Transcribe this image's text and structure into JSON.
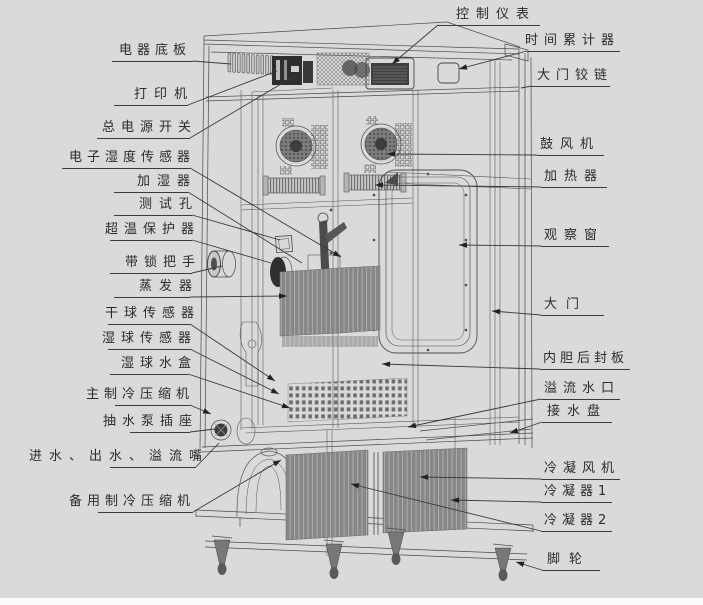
{
  "colors": {
    "background": "#dadada",
    "line": "#4a4a4a",
    "leader": "#3a3a3a",
    "text": "#2b2b2b",
    "fill_dark": "#6d6d6d"
  },
  "labels": [
    {
      "name": "electrical-base-plate",
      "text": "电器底板",
      "side": "left",
      "align": "right",
      "ls": 5,
      "tpos": [
        114,
        186
      ],
      "ul": [
        112,
        193,
        61
      ],
      "leader": [
        [
          193,
          61
        ],
        [
          231,
          64
        ]
      ],
      "arrow": false
    },
    {
      "name": "printer",
      "text": "打印机",
      "side": "left",
      "align": "right",
      "ls": 7,
      "tpos": [
        124,
        187
      ],
      "ul": [
        114,
        188,
        105
      ],
      "leader": [
        [
          188,
          105
        ],
        [
          277,
          71
        ]
      ],
      "arrow": false
    },
    {
      "name": "main-power-switch",
      "text": "总电源开关",
      "side": "left",
      "align": "right",
      "ls": 6,
      "tpos": [
        96,
        190
      ],
      "ul": [
        97,
        190,
        138
      ],
      "leader": [
        [
          190,
          138
        ],
        [
          298,
          74
        ]
      ],
      "arrow": false
    },
    {
      "name": "electronic-humidity-sensor",
      "text": "电子湿度传感器",
      "side": "left",
      "align": "right",
      "ls": 5,
      "tpos": [
        62,
        190
      ],
      "ul": [
        62,
        190,
        168
      ],
      "leader": [
        [
          190,
          168
        ],
        [
          341,
          257
        ]
      ],
      "arrow": true
    },
    {
      "name": "humidifier",
      "text": "加湿器",
      "side": "left",
      "align": "right",
      "ls": 7,
      "tpos": [
        130,
        188
      ],
      "ul": [
        114,
        188,
        192
      ],
      "leader": [
        [
          188,
          192
        ],
        [
          302,
          263
        ]
      ],
      "arrow": false
    },
    {
      "name": "test-hole",
      "text": "测试孔",
      "side": "left",
      "align": "right",
      "ls": 7,
      "tpos": [
        132,
        190
      ],
      "ul": [
        114,
        192,
        215
      ],
      "leader": [
        [
          192,
          215
        ],
        [
          280,
          240
        ]
      ],
      "arrow": false
    },
    {
      "name": "over-temperature-protector",
      "text": "超温保护器",
      "side": "left",
      "align": "right",
      "ls": 6,
      "tpos": [
        99,
        192
      ],
      "ul": [
        110,
        192,
        240
      ],
      "leader": [
        [
          192,
          240
        ],
        [
          271,
          263
        ]
      ],
      "arrow": false
    },
    {
      "name": "locking-handle",
      "text": "带锁把手",
      "side": "left",
      "align": "right",
      "ls": 6,
      "tpos": [
        119,
        192
      ],
      "ul": [
        110,
        192,
        273
      ],
      "leader": [
        [
          192,
          273
        ],
        [
          222,
          266
        ]
      ],
      "arrow": false
    },
    {
      "name": "evaporator",
      "text": "蒸发器",
      "side": "left",
      "align": "right",
      "ls": 7,
      "tpos": [
        132,
        190
      ],
      "ul": [
        114,
        190,
        297
      ],
      "leader": [
        [
          190,
          297
        ],
        [
          287,
          296
        ]
      ],
      "arrow": true
    },
    {
      "name": "dry-bulb-sensor",
      "text": "干球传感器",
      "side": "left",
      "align": "right",
      "ls": 6,
      "tpos": [
        99,
        190
      ],
      "ul": [
        108,
        190,
        324
      ],
      "leader": [
        [
          190,
          324
        ],
        [
          275,
          381
        ]
      ],
      "arrow": true
    },
    {
      "name": "wet-bulb-sensor",
      "text": "湿球传感器",
      "side": "left",
      "align": "right",
      "ls": 6,
      "tpos": [
        96,
        190
      ],
      "ul": [
        108,
        190,
        349
      ],
      "leader": [
        [
          190,
          349
        ],
        [
          279,
          394
        ]
      ],
      "arrow": true
    },
    {
      "name": "wet-bulb-water-box",
      "text": "湿球水盒",
      "side": "left",
      "align": "right",
      "ls": 6,
      "tpos": [
        115,
        188
      ],
      "ul": [
        110,
        188,
        374
      ],
      "leader": [
        [
          188,
          374
        ],
        [
          290,
          408
        ]
      ],
      "arrow": true
    },
    {
      "name": "main-refrigeration-compressor",
      "text": "主制冷压缩机",
      "side": "left",
      "align": "right",
      "ls": 5,
      "tpos": [
        81,
        188
      ],
      "ul": [
        115,
        190,
        405
      ],
      "leader": [
        [
          190,
          405
        ],
        [
          211,
          414
        ]
      ],
      "arrow": true
    },
    {
      "name": "water-pump-socket",
      "text": "抽水泵插座",
      "side": "left",
      "align": "right",
      "ls": 6,
      "tpos": [
        97,
        188
      ],
      "ul": [
        130,
        190,
        432
      ],
      "leader": [
        [
          190,
          432
        ],
        [
          215,
          429
        ]
      ],
      "arrow": false
    },
    {
      "name": "water-inlet-outlet-overflow-nozzles",
      "text": "进水、出水、溢流嘴",
      "side": "left",
      "align": "right",
      "ls": 7,
      "tpos": [
        22,
        194
      ],
      "ul": [
        110,
        196,
        467
      ],
      "leader": [
        [
          196,
          467
        ],
        [
          219,
          443
        ]
      ],
      "arrow": false
    },
    {
      "name": "backup-refrigeration-compressor",
      "text": "备用制冷压缩机",
      "side": "left",
      "align": "right",
      "ls": 5,
      "tpos": [
        54,
        190
      ],
      "ul": [
        98,
        193,
        512
      ],
      "leader": [
        [
          193,
          512
        ],
        [
          281,
          460
        ]
      ],
      "arrow": true
    },
    {
      "name": "control-instrument",
      "text": "控制仪表",
      "side": "top",
      "align": "center",
      "ls": 7,
      "tpos": [
        452,
        540
      ],
      "ul": [
        438,
        540,
        25
      ],
      "leader": [
        [
          438,
          25
        ],
        [
          392,
          64
        ]
      ],
      "arrow": true
    },
    {
      "name": "time-accumulator",
      "text": "时间累计器",
      "side": "top",
      "align": "center",
      "ls": 6,
      "tpos": [
        524,
        621
      ],
      "ul": [
        527,
        620,
        51
      ],
      "leader": [
        [
          527,
          51
        ],
        [
          459,
          69
        ]
      ],
      "arrow": true
    },
    {
      "name": "door-hinge",
      "text": "大门铰链",
      "side": "right",
      "align": "left",
      "ls": 6,
      "tpos": [
        537,
        612
      ],
      "ul": [
        532,
        610,
        86
      ],
      "leader": [
        [
          532,
          86
        ],
        [
          521,
          88
        ]
      ],
      "arrow": false
    },
    {
      "name": "blower-fan",
      "text": "鼓风机",
      "side": "right",
      "align": "left",
      "ls": 7,
      "tpos": [
        540,
        604
      ],
      "ul": [
        537,
        604,
        155
      ],
      "leader": [
        [
          537,
          155
        ],
        [
          387,
          154
        ]
      ],
      "arrow": true
    },
    {
      "name": "heater",
      "text": "加热器",
      "side": "right",
      "align": "left",
      "ls": 7,
      "tpos": [
        544,
        608
      ],
      "ul": [
        541,
        607,
        187
      ],
      "leader": [
        [
          541,
          187
        ],
        [
          375,
          185
        ]
      ],
      "arrow": true
    },
    {
      "name": "observation-window",
      "text": "观察窗",
      "side": "right",
      "align": "left",
      "ls": 7,
      "tpos": [
        544,
        608
      ],
      "ul": [
        541,
        609,
        246
      ],
      "leader": [
        [
          541,
          246
        ],
        [
          459,
          245
        ]
      ],
      "arrow": true
    },
    {
      "name": "door",
      "text": "大门",
      "side": "right",
      "align": "left",
      "ls": 9,
      "tpos": [
        544,
        606
      ],
      "ul": [
        541,
        604,
        315
      ],
      "leader": [
        [
          541,
          315
        ],
        [
          492,
          311
        ]
      ],
      "arrow": true
    },
    {
      "name": "inner-liner-rear-panel",
      "text": "内胆后封板",
      "side": "right",
      "align": "left",
      "ls": 4,
      "tpos": [
        543,
        628
      ],
      "ul": [
        540,
        630,
        369
      ],
      "leader": [
        [
          540,
          369
        ],
        [
          382,
          364
        ]
      ],
      "arrow": true
    },
    {
      "name": "overflow-water-outlet",
      "text": "溢流水口",
      "side": "right",
      "align": "left",
      "ls": 6,
      "tpos": [
        544,
        620
      ],
      "ul": [
        541,
        620,
        399
      ],
      "leader": [
        [
          541,
          399
        ],
        [
          408,
          427
        ]
      ],
      "arrow": true
    },
    {
      "name": "water-collection-tray",
      "text": "接水盘",
      "side": "right",
      "align": "left",
      "ls": 7,
      "tpos": [
        547,
        612
      ],
      "ul": [
        542,
        612,
        422
      ],
      "leader": [
        [
          542,
          422
        ],
        [
          510,
          433
        ]
      ],
      "arrow": true
    },
    {
      "name": "condenser-fan",
      "text": "冷凝风机",
      "side": "right",
      "align": "left",
      "ls": 6,
      "tpos": [
        544,
        620
      ],
      "ul": [
        541,
        620,
        479
      ],
      "leader": [
        [
          541,
          479
        ],
        [
          420,
          477
        ]
      ],
      "arrow": true
    },
    {
      "name": "condenser-1",
      "text": "冷凝器1",
      "side": "right",
      "align": "left",
      "ls": 5,
      "tpos": [
        544,
        612
      ],
      "ul": [
        541,
        612,
        502
      ],
      "leader": [
        [
          541,
          502
        ],
        [
          451,
          500
        ]
      ],
      "arrow": true
    },
    {
      "name": "condenser-2",
      "text": "冷凝器2",
      "side": "right",
      "align": "left",
      "ls": 5,
      "tpos": [
        544,
        612
      ],
      "ul": [
        541,
        612,
        531
      ],
      "leader": [
        [
          541,
          531
        ],
        [
          351,
          484
        ]
      ],
      "arrow": true
    },
    {
      "name": "casters",
      "text": "脚轮",
      "side": "right",
      "align": "left",
      "ls": 9,
      "tpos": [
        547,
        602
      ],
      "ul": [
        542,
        600,
        570
      ],
      "leader": [
        [
          542,
          570
        ],
        [
          516,
          562
        ]
      ],
      "arrow": true
    }
  ]
}
